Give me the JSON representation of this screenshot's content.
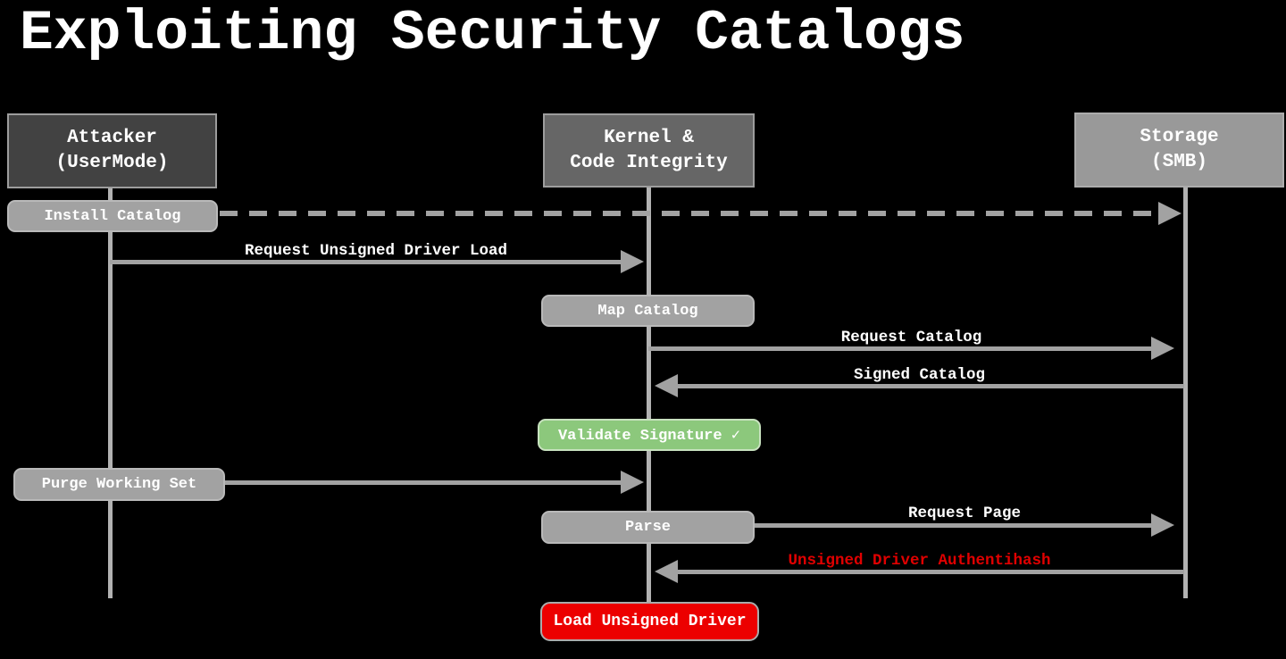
{
  "title": "Exploiting Security Catalogs",
  "actors": [
    {
      "name": "Attacker",
      "sub": "(UserMode)"
    },
    {
      "name": "Kernel &",
      "sub": "Code Integrity"
    },
    {
      "name": "Storage",
      "sub": "(SMB)"
    }
  ],
  "steps": {
    "install_catalog": "Install Catalog",
    "request_unsigned_driver_load": "Request Unsigned Driver Load",
    "map_catalog": "Map Catalog",
    "request_catalog": "Request Catalog",
    "signed_catalog": "Signed Catalog",
    "validate_signature": "Validate Signature ✓",
    "purge_working_set": "Purge Working Set",
    "parse": "Parse",
    "request_page": "Request Page",
    "unsigned_driver_authentihash": "Unsigned Driver Authentihash",
    "load_unsigned_driver": "Load Unsigned Driver"
  },
  "colors": {
    "background": "#000000",
    "attacker_box": "#424242",
    "kernel_box": "#666666",
    "storage_box": "#999999",
    "pill_gray": "#a2a2a2",
    "arrow_gray": "#a2a2a2",
    "success_green": "#8cc87c",
    "danger_red": "#ec0000",
    "danger_text_red": "#e00000",
    "text_white": "#ffffff"
  }
}
